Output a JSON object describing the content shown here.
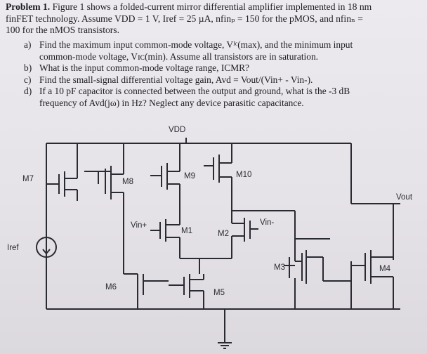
{
  "problem": {
    "heading": "Problem 1.",
    "line1": "Figure 1 shows a folded-current mirror differential amplifier implemented in 18 nm",
    "line2": "finFET technology. Assume VDD = 1 V, Iref = 25 µA, nfinₚ = 150 for the pMOS, and nfinₙ =",
    "line3": "100 for the nMOS transistors."
  },
  "questions": [
    {
      "label": "a)",
      "line1": "Find the maximum input common-mode voltage, Vᴵᶜ(max), and the minimum input",
      "line2": "common-mode voltage, Vɪᴄ(min). Assume all transistors are in saturation."
    },
    {
      "label": "b)",
      "line1": "What is the input common-mode voltage range, ICMR?"
    },
    {
      "label": "c)",
      "line1": "Find the small-signal differential voltage gain, Avd = Vout/(Vin+ - Vin-)."
    },
    {
      "label": "d)",
      "line1": "If a 10 pF capacitor is connected between the output and ground, what is the -3 dB",
      "line2": "frequency of Avd(jω) in Hz? Neglect any device parasitic capacitance."
    }
  ],
  "circuit": {
    "vdd": "VDD",
    "iref": "Iref",
    "vout": "Vout",
    "vin_plus": "Vin+",
    "vin_minus": "Vin-",
    "transistors": [
      "M7",
      "M8",
      "M9",
      "M10",
      "M1",
      "M2",
      "M3",
      "M4",
      "M5",
      "M6"
    ]
  }
}
